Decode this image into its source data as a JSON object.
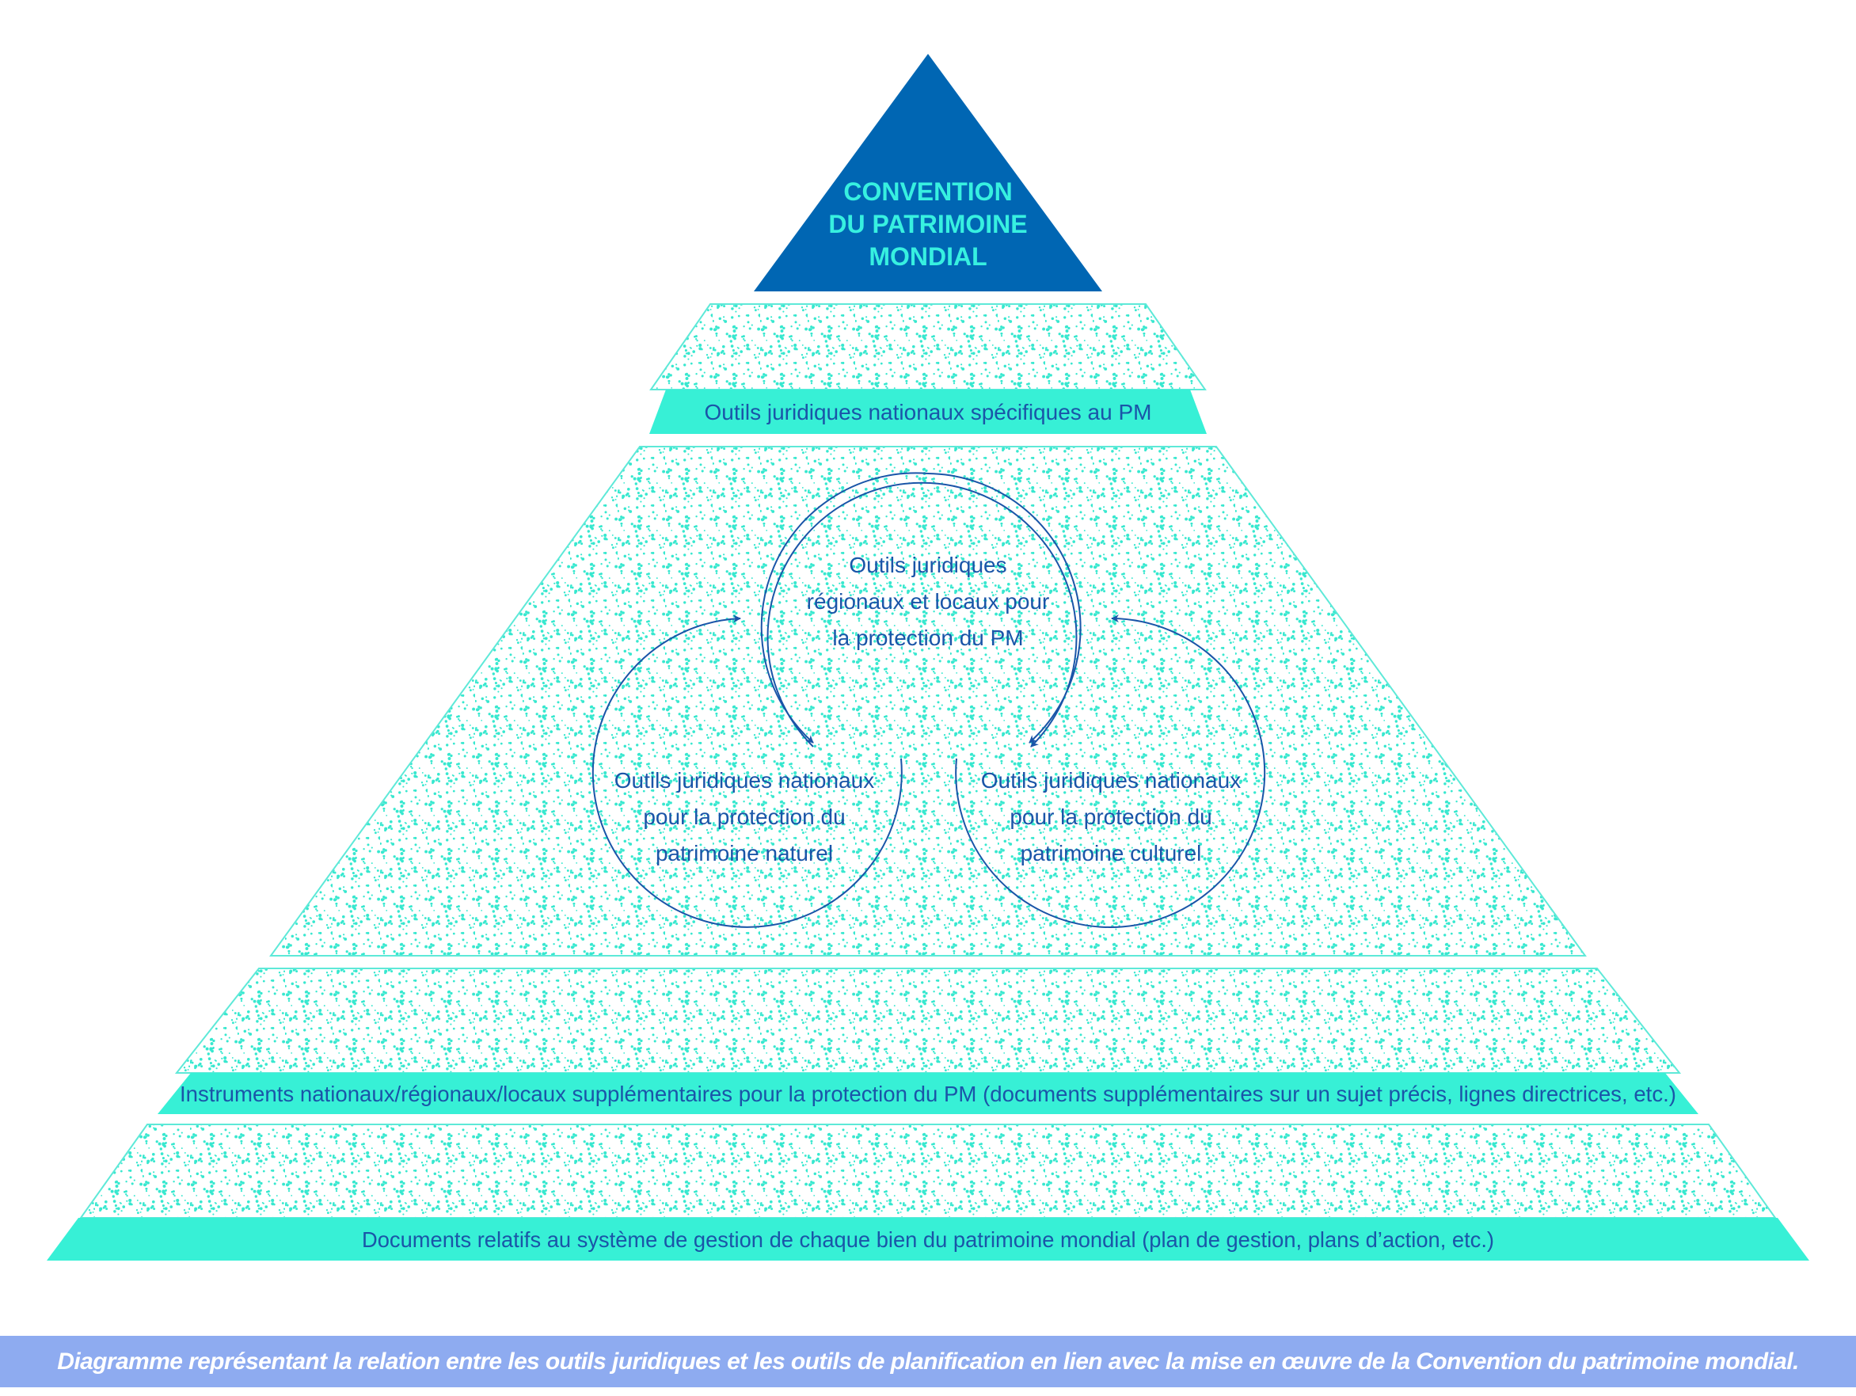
{
  "colors": {
    "apex": "#0066b3",
    "apex_text": "#37f0e0",
    "band": "#37f0d6",
    "dots": "#37e8cf",
    "outline": "#5ee9d8",
    "label_text": "#1a55a8",
    "arrow": "#1a55a8",
    "caption_bg": "#8eabf0",
    "caption_text": "#ffffff"
  },
  "apex": {
    "lines": [
      "CONVENTION",
      "DU PATRIMOINE",
      "MONDIAL"
    ]
  },
  "tier1": {
    "label": "Outils juridiques nationaux spécifiques au PM"
  },
  "tier2": {
    "top": {
      "lines": [
        "Outils juridiques",
        "régionaux et locaux pour",
        "la protection du PM"
      ]
    },
    "left": {
      "lines": [
        "Outils juridiques nationaux",
        "pour la protection du",
        "patrimoine naturel"
      ]
    },
    "right": {
      "lines": [
        "Outils juridiques nationaux",
        "pour la protection du",
        "patrimoine culturel"
      ]
    }
  },
  "tier3": {
    "label": "Instruments nationaux/régionaux/locaux supplémentaires pour la protection du PM (documents supplémentaires sur un sujet précis, lignes directrices, etc.)"
  },
  "tier4": {
    "label": "Documents relatifs au système de gestion de chaque bien du patrimoine mondial (plan de gestion, plans d’action, etc.)"
  },
  "caption": "Diagramme représentant la relation entre les outils juridiques et les outils de planification en lien avec la mise en œuvre de la Convention du patrimoine mondial."
}
